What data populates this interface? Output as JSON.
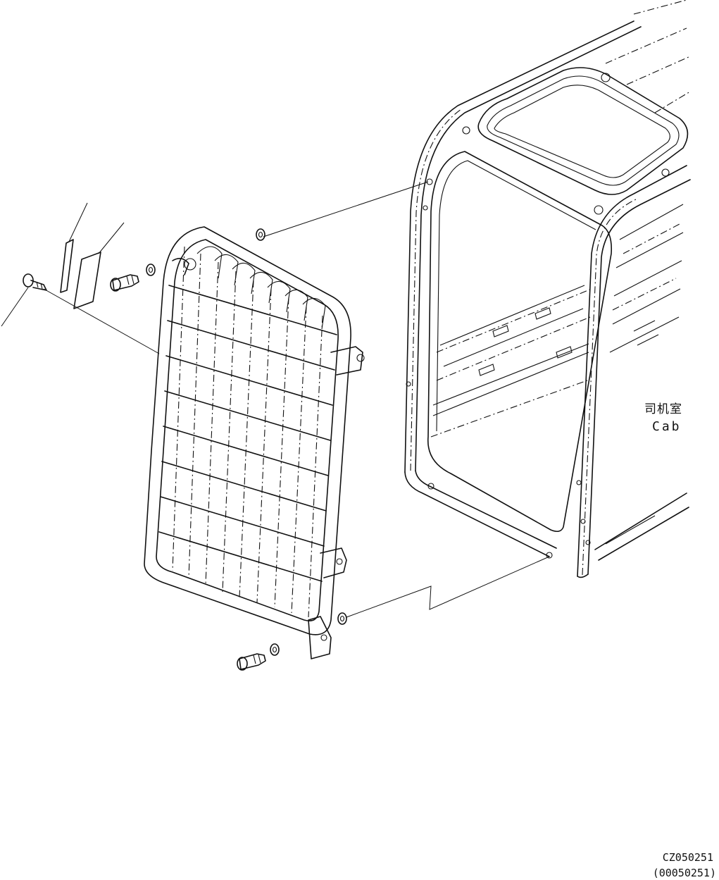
{
  "labels": {
    "cab_chinese": "司机室",
    "cab_english": "Cab",
    "figure_code": "CZ050251",
    "figure_code_alt": "(00050251)"
  },
  "colors": {
    "line": "#111111",
    "background": "#ffffff"
  },
  "parts": [
    {
      "name": "front-guard-grille-icon"
    },
    {
      "name": "cab-frame-icon"
    },
    {
      "name": "bolt-icon"
    },
    {
      "name": "washer-icon"
    },
    {
      "name": "label-plate-icon"
    },
    {
      "name": "screw-icon"
    }
  ]
}
